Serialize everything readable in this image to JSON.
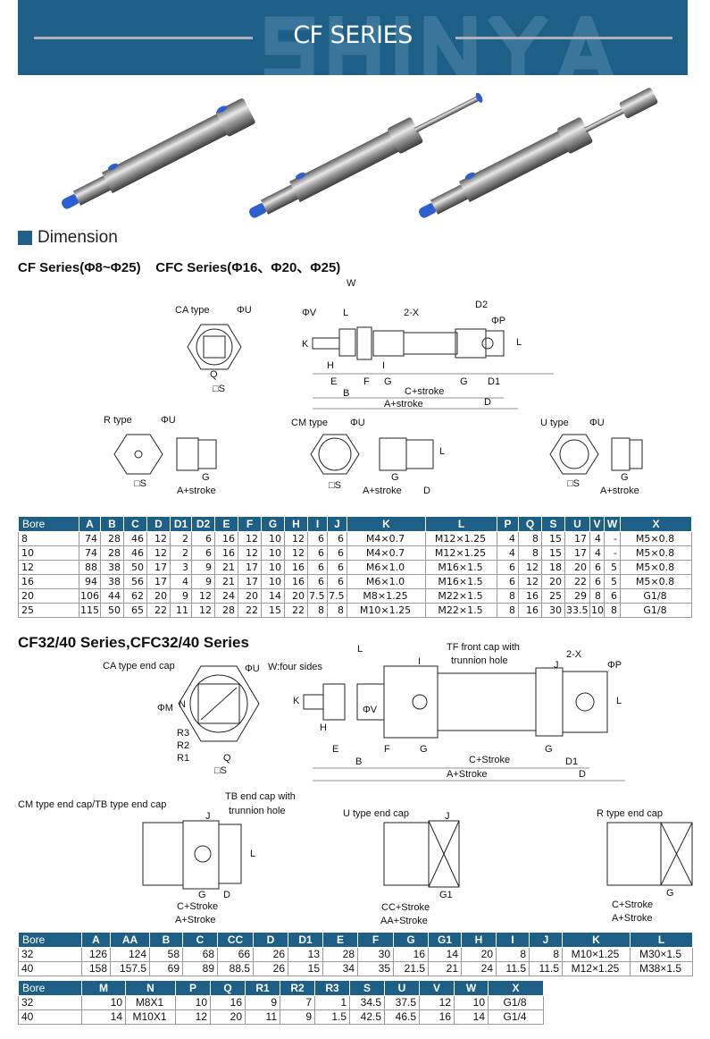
{
  "banner": {
    "title": "CF SERIES",
    "watermark": "SHINYA"
  },
  "colors": {
    "accent": "#1d5f87"
  },
  "section1": {
    "heading": "Dimension",
    "subtitle": "CF Series(Φ8~Φ25)    CFC Series(Φ16、Φ20、Φ25)"
  },
  "diagram1": {
    "ca_type": "CA type",
    "r_type": "R type",
    "cm_type": "CM type",
    "u_type": "U type",
    "phi_u": "ΦU",
    "s": "□S",
    "q": "Q",
    "w": "W",
    "phi_v": "ΦV",
    "l": "L",
    "two_x": "2-X",
    "d2": "D2",
    "phi_p": "ΦP",
    "k": "K",
    "h": "H",
    "i": "I",
    "g": "G",
    "d1": "D1",
    "e": "E",
    "f": "F",
    "b": "B",
    "c_stroke": "C+stroke",
    "a_stroke": "A+stroke",
    "d": "D",
    "l2": "L"
  },
  "table1": {
    "headers": [
      "Bore",
      "A",
      "B",
      "C",
      "D",
      "D1",
      "D2",
      "E",
      "F",
      "G",
      "H",
      "I",
      "J",
      "K",
      "L",
      "P",
      "Q",
      "S",
      "U",
      "V",
      "W",
      "X"
    ],
    "rows": [
      [
        "8",
        "74",
        "28",
        "46",
        "12",
        "2",
        "6",
        "16",
        "12",
        "10",
        "12",
        "6",
        "6",
        "M4×0.7",
        "M12×1.25",
        "4",
        "8",
        "15",
        "17",
        "4",
        "-",
        "M5×0.8"
      ],
      [
        "10",
        "74",
        "28",
        "46",
        "12",
        "2",
        "6",
        "16",
        "12",
        "10",
        "12",
        "6",
        "6",
        "M4×0.7",
        "M12×1.25",
        "4",
        "8",
        "15",
        "17",
        "4",
        "-",
        "M5×0.8"
      ],
      [
        "12",
        "88",
        "38",
        "50",
        "17",
        "3",
        "9",
        "21",
        "17",
        "10",
        "16",
        "6",
        "6",
        "M6×1.0",
        "M16×1.5",
        "6",
        "12",
        "18",
        "20",
        "6",
        "5",
        "M5×0.8"
      ],
      [
        "16",
        "94",
        "38",
        "56",
        "17",
        "4",
        "9",
        "21",
        "17",
        "10",
        "16",
        "6",
        "6",
        "M6×1.0",
        "M16×1.5",
        "6",
        "12",
        "20",
        "22",
        "6",
        "5",
        "M5×0.8"
      ],
      [
        "20",
        "106",
        "44",
        "62",
        "20",
        "9",
        "12",
        "24",
        "20",
        "14",
        "20",
        "7.5",
        "7.5",
        "M8×1.25",
        "M22×1.5",
        "8",
        "16",
        "25",
        "29",
        "8",
        "6",
        "G1/8"
      ],
      [
        "25",
        "115",
        "50",
        "65",
        "22",
        "11",
        "12",
        "28",
        "22",
        "15",
        "22",
        "8",
        "8",
        "M10×1.25",
        "M22×1.5",
        "8",
        "16",
        "30",
        "33.5",
        "10",
        "8",
        "G1/8"
      ]
    ]
  },
  "section2": {
    "subtitle": "CF32/40 Series,CFC32/40 Series"
  },
  "diagram2": {
    "ca_end_cap": "CA type end cap",
    "phi_u": "ΦU",
    "phi_m": "ΦM",
    "n": "N",
    "r3": "R3",
    "r2": "R2",
    "r1": "R1",
    "q": "Q",
    "s": "□S",
    "w_four": "W:four sides",
    "l": "L",
    "i": "I",
    "tf_cap": "TF front cap with",
    "trunnion": "trunnion hole",
    "j": "J",
    "two_x": "2-X",
    "phi_p": "ΦP",
    "k": "K",
    "h": "H",
    "phi_v": "ΦV",
    "e": "E",
    "f": "F",
    "g": "G",
    "b": "B",
    "c_stroke": "C+Stroke",
    "a_stroke": "A+Stroke",
    "d1": "D1",
    "d": "D",
    "l2": "L"
  },
  "diagram3": {
    "cm_tb": "CM type end cap/TB type end cap",
    "tb_cap": "TB end cap with",
    "trunnion": "trunnion hole",
    "u_cap": "U type end cap",
    "r_cap": "R type end cap",
    "j": "J",
    "g": "G",
    "d": "D",
    "l": "L",
    "c_stroke": "C+Stroke",
    "a_stroke": "A+Stroke",
    "g1": "G1",
    "cc_stroke": "CC+Stroke",
    "aa_stroke": "AA+Stroke"
  },
  "table2": {
    "headers": [
      "Bore",
      "A",
      "AA",
      "B",
      "C",
      "CC",
      "D",
      "D1",
      "E",
      "F",
      "G",
      "G1",
      "H",
      "I",
      "J",
      "K",
      "L"
    ],
    "rows": [
      [
        "32",
        "126",
        "124",
        "58",
        "68",
        "66",
        "26",
        "13",
        "28",
        "30",
        "16",
        "14",
        "20",
        "8",
        "8",
        "M10×1.25",
        "M30×1.5"
      ],
      [
        "40",
        "158",
        "157.5",
        "69",
        "89",
        "88.5",
        "26",
        "15",
        "34",
        "35",
        "21.5",
        "21",
        "24",
        "11.5",
        "11.5",
        "M12×1.25",
        "M38×1.5"
      ]
    ]
  },
  "table3": {
    "headers": [
      "Bore",
      "M",
      "N",
      "P",
      "Q",
      "R1",
      "R2",
      "R3",
      "S",
      "U",
      "V",
      "W",
      "X"
    ],
    "rows": [
      [
        "32",
        "10",
        "M8X1",
        "10",
        "16",
        "9",
        "7",
        "1",
        "34.5",
        "37.5",
        "12",
        "10",
        "G1/8"
      ],
      [
        "40",
        "14",
        "M10X1",
        "12",
        "20",
        "11",
        "9",
        "1.5",
        "42.5",
        "46.5",
        "16",
        "14",
        "G1/4"
      ]
    ]
  }
}
